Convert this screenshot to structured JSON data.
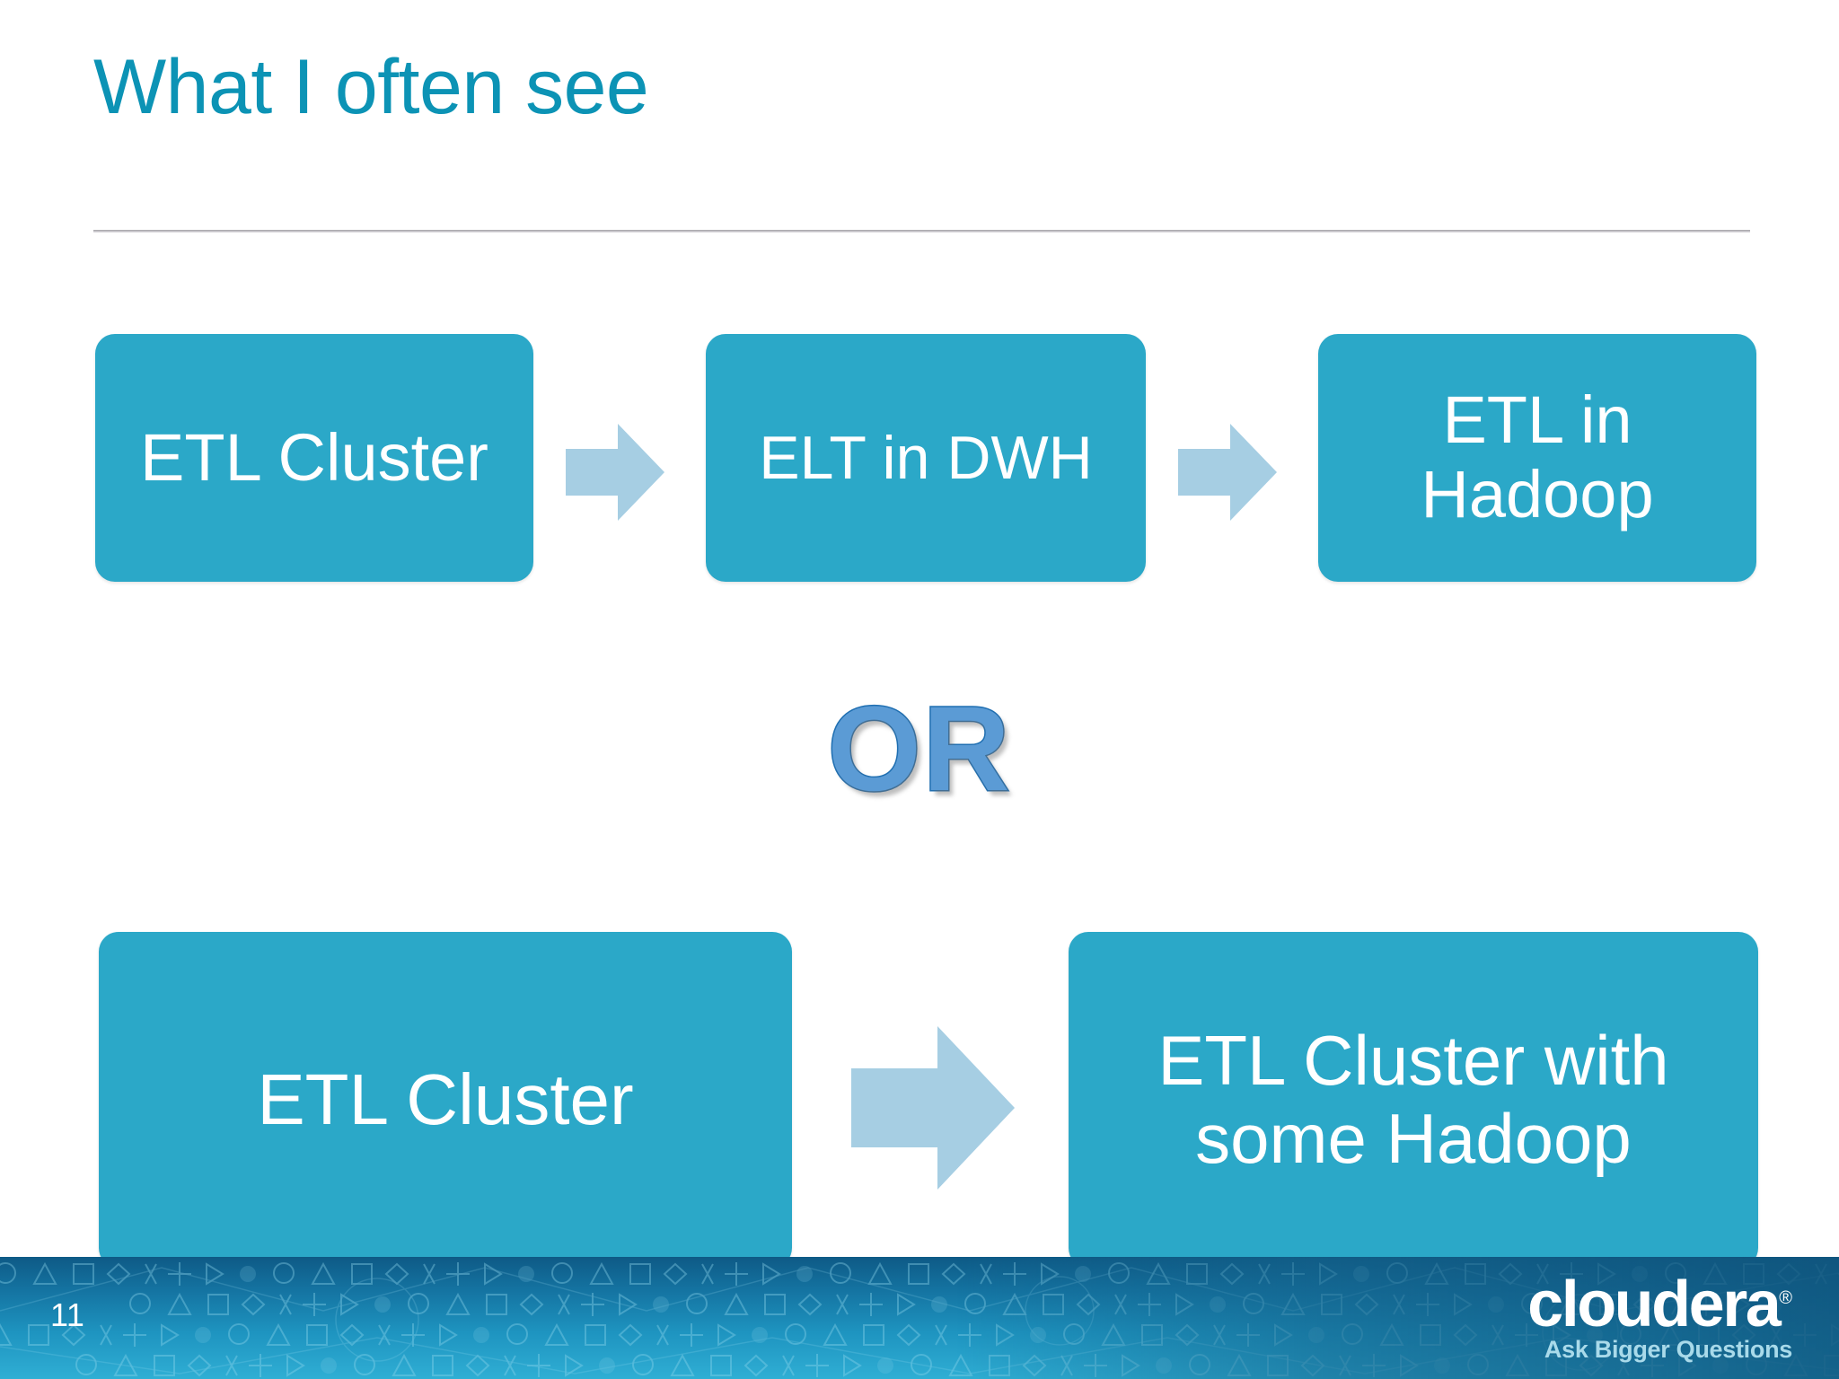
{
  "slide": {
    "title": "What I often see",
    "page_number": "11",
    "title_color": "#0C93B5",
    "box_color": "#2BA8C8",
    "arrow_color": "#A6CEE3",
    "or_fill_color": "#5B9BD5",
    "or_outline_color": "#1F6FB2",
    "footer_gradient_from": "#0E5A86",
    "footer_gradient_to": "#2FAFD4"
  },
  "diagram": {
    "row1": {
      "boxes": [
        {
          "label": "ETL Cluster"
        },
        {
          "label": "ELT in DWH"
        },
        {
          "label": "ETL in Hadoop"
        }
      ],
      "arrows": [
        {
          "name": "arrow-right-icon"
        },
        {
          "name": "arrow-right-icon"
        }
      ]
    },
    "separator": {
      "label": "OR"
    },
    "row2": {
      "boxes": [
        {
          "label": "ETL Cluster"
        },
        {
          "label": "ETL Cluster with some Hadoop"
        }
      ],
      "arrows": [
        {
          "name": "arrow-right-icon"
        }
      ]
    }
  },
  "footer": {
    "logo_text": "cloudera",
    "logo_registered": "®",
    "tagline": "Ask Bigger Questions"
  }
}
